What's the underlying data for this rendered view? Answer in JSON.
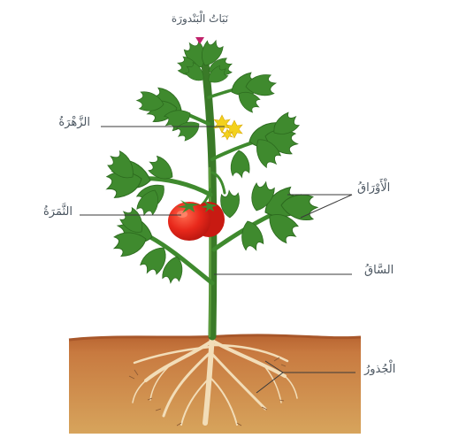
{
  "diagram": {
    "title": "نَبَاتُ الْبَنْدورَة",
    "labels": {
      "flower": "الزَّهْرَةُ",
      "fruit": "الثَّمَرَةُ",
      "leaves": "الْأَوْرَاقُ",
      "stem": "السَّاقُ",
      "roots": "الْجُذورُ"
    },
    "colors": {
      "leaf": "#3f8a2e",
      "leaf_light": "#5aa83f",
      "stem": "#3a7a28",
      "fruit": "#e52b1f",
      "flower": "#f3d11c",
      "soil_top": "#c2703a",
      "soil_bottom": "#d29a52",
      "root": "#f0d9b3",
      "marker": "#c0226b",
      "line": "#3a3a3a"
    }
  }
}
